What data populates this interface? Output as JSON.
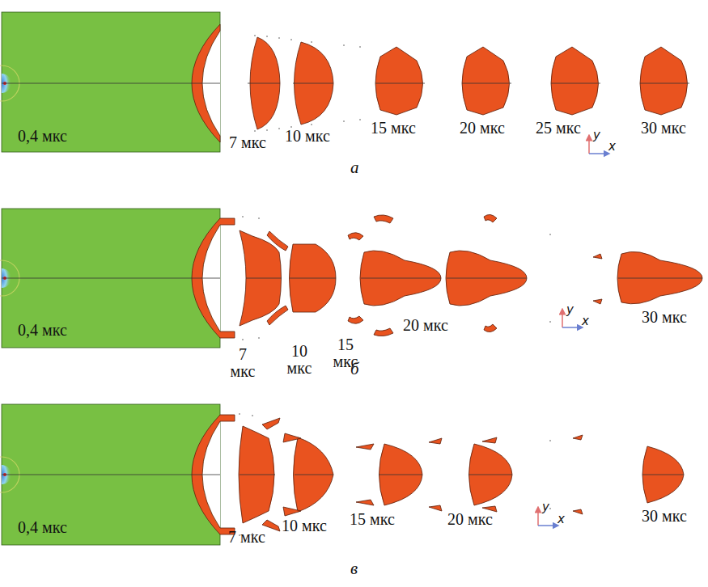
{
  "diagram": {
    "labels": [
      "0,4 мкс",
      "7 мкс",
      "10 мкс",
      "15 мкс",
      "20 мкс",
      "25 мкс",
      "y",
      "x",
      "30 мкс",
      "а",
      "0,4 мкс",
      "7 мкс",
      "10 мкс",
      "15 мкс",
      "20 мкс",
      "y",
      "x",
      "30 мкс",
      "б",
      "0,4 мкс",
      "7 мкс",
      "10 мкс",
      "15 мкс",
      "20 мкс",
      "y",
      "x",
      "30 мкс",
      "в"
    ]
  }
}
